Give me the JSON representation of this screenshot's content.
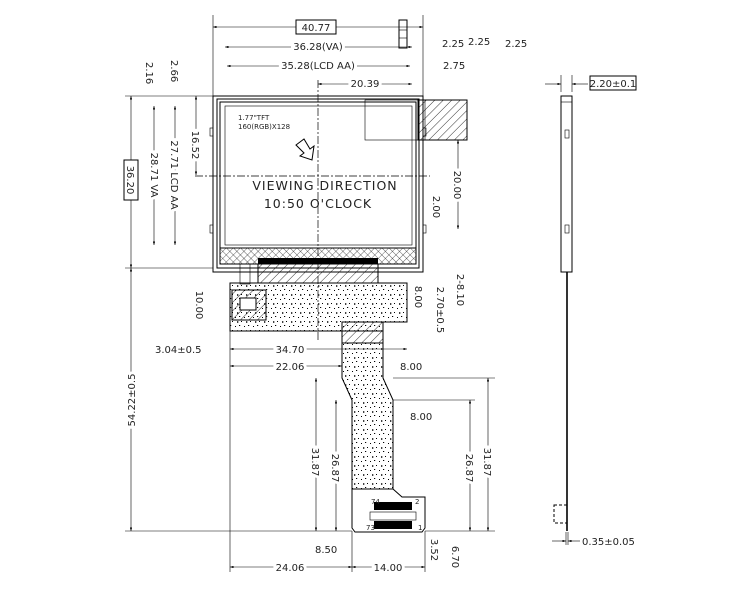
{
  "panel": {
    "model_line1": "1.77\"TFT",
    "model_line2": "160(RGB)X128",
    "viewing_line1": "VIEWING DIRECTION",
    "viewing_line2": "10:50 O'CLOCK"
  },
  "dimensions": {
    "outline_width": "40.77",
    "va_width": "36.28(VA)",
    "aa_width": "35.28(LCD AA)",
    "center_offset": "20.39",
    "tab_a": "2.25",
    "tab_b": "2.25",
    "tab_c": "2.25",
    "edge_275": "2.75",
    "top_216": "2.16",
    "top_266": "2.66",
    "outline_height": "36.20",
    "va_height": "28.71 VA",
    "aa_height": "27.71 LCD AA",
    "center_v": "16.52",
    "pin_20": "20.00",
    "pin_2": "2.00",
    "fpc_10": "10.00",
    "fpc_8a": "8.00",
    "fpc_270": "2.70±0.5",
    "fpc_810": "2-8.10",
    "fpc_304": "3.04±0.5",
    "fpc_3470": "34.70",
    "fpc_2206": "22.06",
    "fpc_8b": "8.00",
    "fpc_8c": "8.00",
    "tail_3187_l": "31.87",
    "tail_2687_l": "26.87",
    "tail_2687_r": "26.87",
    "tail_3187_r": "31.87",
    "total_height": "54.22±0.5",
    "conn_850": "8.50",
    "conn_2406": "24.06",
    "conn_1400": "14.00",
    "conn_352": "3.52",
    "conn_670": "6.70",
    "thickness": "2.20±0.1",
    "fpc_thickness": "0.35±0.05"
  },
  "connector": {
    "pin_first": "1",
    "pin_last": "73",
    "pin_a": "2",
    "pin_b": "74"
  }
}
